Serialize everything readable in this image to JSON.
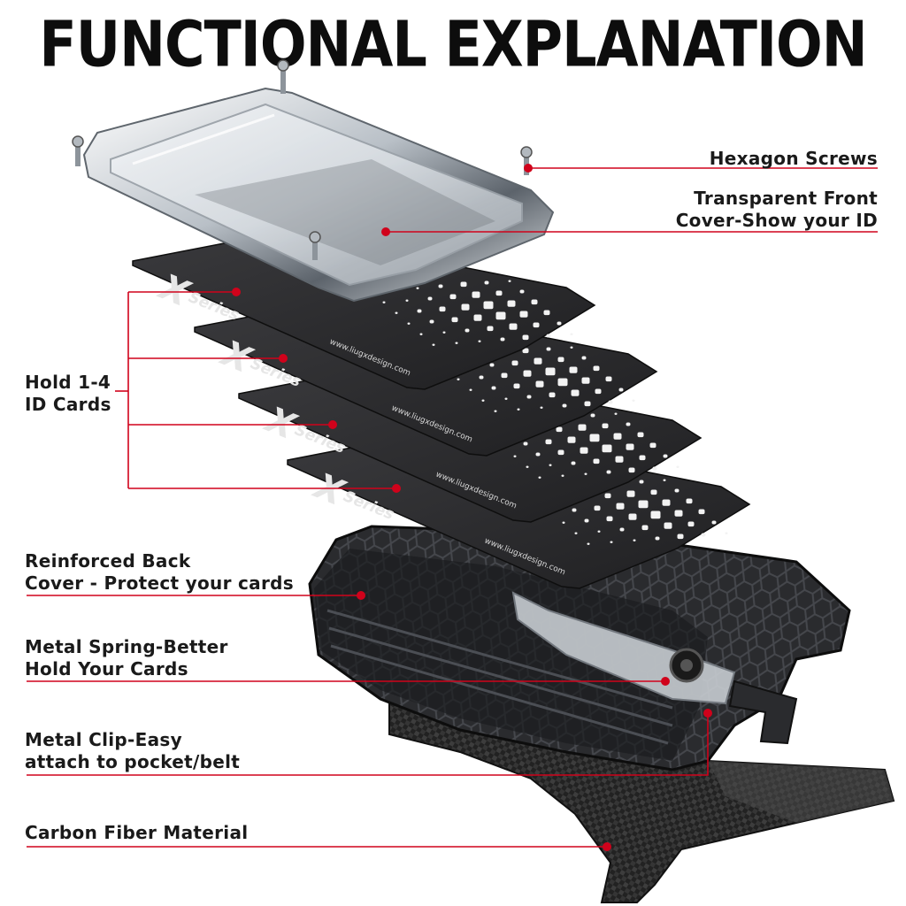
{
  "title": "FUNCTIONAL EXPLANATION",
  "callouts": {
    "hexagon_screws": "Hexagon Screws",
    "front_cover": [
      "Transparent Front",
      "Cover-Show your ID"
    ],
    "hold_cards": [
      "Hold 1-4",
      "ID Cards"
    ],
    "back_cover": [
      "Reinforced Back",
      "Cover - Protect your cards"
    ],
    "metal_spring": [
      "Metal Spring-Better",
      "Hold Your Cards"
    ],
    "metal_clip": [
      "Metal Clip-Easy",
      "attach to pocket/belt"
    ],
    "carbon_fiber": "Carbon Fiber Material"
  },
  "card": {
    "brand_letter": "X",
    "brand_word": "Series",
    "url": "www.liugxdesign.com"
  },
  "colors": {
    "leader_line": "#d0021b",
    "card": "#2b2b2d",
    "case": "#1e1f22",
    "title": "#0d0d0d"
  }
}
